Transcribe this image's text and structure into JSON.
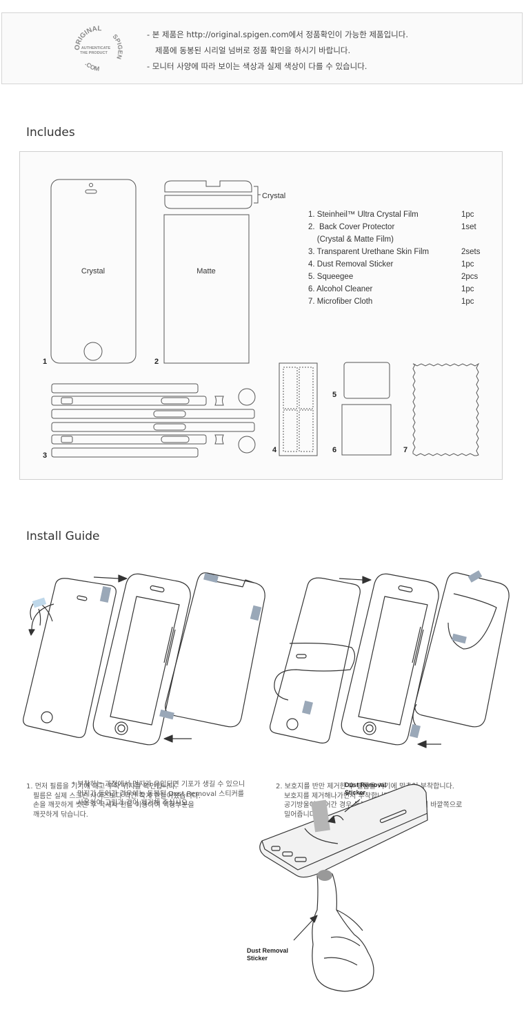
{
  "notice": {
    "seal_top": "ORIGINAL",
    "seal_mid1": "AUTHENTICATE",
    "seal_mid2": "THE PRODUCT",
    "seal_right": "SPIGEN",
    "seal_bottom": ".COM",
    "lines": [
      "- 본 제품은 http://original.spigen.com에서 정품확인이 가능한 제품입니다.",
      "제품에 동봉된 시리얼 넘버로 정품 확인을 하시기 바랍니다.",
      "- 모니터 사양에 따라 보이는 색상과 실제 색상이 다를 수 있습니다."
    ]
  },
  "includes": {
    "title": "Includes",
    "labels": {
      "crystal_front": "Crystal",
      "matte": "Matte",
      "crystal_side": "Crystal",
      "n1": "1",
      "n2": "2",
      "n3": "3",
      "n4": "4",
      "n5": "5",
      "n6": "6",
      "n7": "7"
    },
    "items": [
      {
        "name": "1. Steinheil™ Ultra Crystal Film",
        "qty": "1pc"
      },
      {
        "name": "2.  Back Cover Protector",
        "qty": "1set"
      },
      {
        "name": "    (Crystal & Matte Film)",
        "qty": ""
      },
      {
        "name": "3. Transparent Urethane Skin Film",
        "qty": "2sets"
      },
      {
        "name": "4. Dust Removal Sticker",
        "qty": "1pc"
      },
      {
        "name": "5. Squeegee",
        "qty": "2pcs"
      },
      {
        "name": "6. Alcohol Cleaner",
        "qty": "1pc"
      },
      {
        "name": "7. Microfiber Cloth",
        "qty": "1pc"
      }
    ]
  },
  "install": {
    "title": "Install Guide",
    "step1": [
      "1. 먼저 필름을 기기에 대고 부착 위치를 확인합니다.",
      "필름은 실제 스크린 사이즈보다 약간 작게 만들어졌습니다.",
      "손을 깨끗하게 씻은 후 극세사 천을 이용하여 액정부분을",
      "깨끗하게 닦습니다."
    ],
    "step2": [
      "2. 보호지를 반만 제거한 후 필름을 기기에 맞추어 부착합니다.",
      "보호지를 제거해나가면서 부착합니다.",
      "공기방울이 들어간 경우 동봉된 스퀴지를 이용하여 바깥쪽으로",
      "밀어줍니다."
    ],
    "dust_note": [
      "* 부착하는 과정에서 먼지가 유입되면 기포가 생길 수 있으니",
      "먼지가 들어간 경우에는 동봉된 Dust Removal 스티커를",
      "사용하여 그림과 같이 제거해 주십시오."
    ],
    "dust_label_top_1": "Dust Removal",
    "dust_label_top_2": "Sticker",
    "dust_label_bottom_1": "Dust Removal",
    "dust_label_bottom_2": "Sticker"
  }
}
